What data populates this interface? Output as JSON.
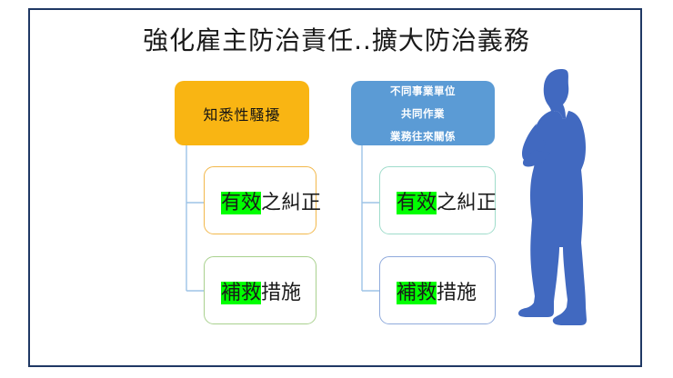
{
  "slide": {
    "title": "強化雇主防治責任..擴大防治義務",
    "frame_color": "#1F3864",
    "background": "#ffffff"
  },
  "colors": {
    "orange": "#F9B513",
    "blue": "#5B9BD5",
    "connector": "#9DC3E6",
    "highlight": "#00FF00",
    "silhouette": "#4169C0",
    "border_orange": "#F2B84B",
    "border_green": "#A9D18E",
    "border_teal": "#9FDCCB",
    "border_blue": "#8FAADC"
  },
  "left_branch": {
    "root": {
      "label": "知悉性騷擾"
    },
    "children": [
      {
        "highlight": "有效",
        "rest": "之糾正"
      },
      {
        "highlight": "補救",
        "rest": "措施"
      }
    ]
  },
  "right_branch": {
    "root": {
      "line1": "不同事業單位",
      "line2": "共同作業",
      "line3": "業務往來關係"
    },
    "children": [
      {
        "highlight": "有效",
        "rest": "之糾正"
      },
      {
        "highlight": "補救",
        "rest": "措施"
      }
    ]
  },
  "decoration": {
    "silhouette_name": "standing-person-arms-crossed"
  }
}
